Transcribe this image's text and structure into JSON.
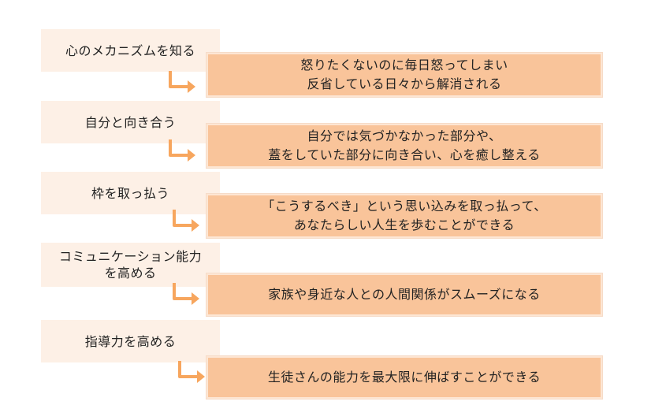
{
  "colors": {
    "label_bg": "#fdf0e6",
    "result_bg": "#f9c49a",
    "arrow": "#f7a65e"
  },
  "rows": [
    {
      "label": [
        "心のメカニズムを知る"
      ],
      "result": [
        "怒りたくないのに毎日怒ってしまい",
        "反省している日々から解消される"
      ]
    },
    {
      "label": [
        "自分と向き合う"
      ],
      "result": [
        "自分では気づかなかった部分や、",
        "蓋をしていた部分に向き合い、心を癒し整える"
      ]
    },
    {
      "label": [
        "枠を取っ払う"
      ],
      "result": [
        "「こうするべき」という思い込みを取っ払って、",
        "あなたらしい人生を歩むことができる"
      ]
    },
    {
      "label": [
        "コミュニケーション能力",
        "を高める"
      ],
      "result": [
        "家族や身近な人との人間関係がスムーズになる"
      ]
    },
    {
      "label": [
        "指導力を高める"
      ],
      "result": [
        "生徒さんの能力を最大限に伸ばすことができる"
      ]
    }
  ]
}
